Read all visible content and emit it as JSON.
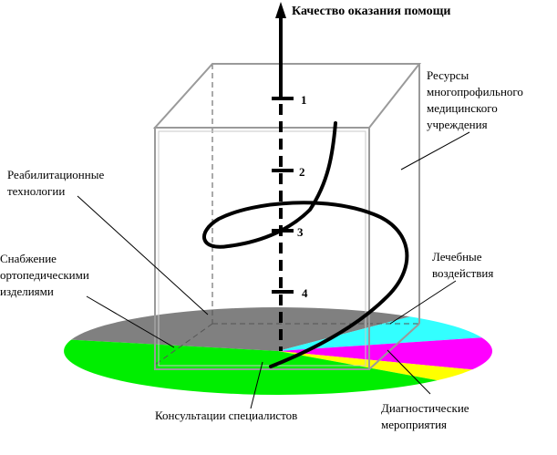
{
  "axis": {
    "title": "Качество оказания помощи",
    "levels": [
      "1",
      "2",
      "3",
      "4"
    ]
  },
  "labels": {
    "resources": [
      "Ресурсы",
      "многопрофильного",
      "медицинского",
      "учреждения"
    ],
    "rehab": [
      "Реабилитационные",
      "технологии"
    ],
    "orthopedic": [
      "Снабжение",
      "ортопедическими",
      "изделиями"
    ],
    "treatment": [
      "Лечебные",
      "воздействия"
    ],
    "consult": [
      "Консультации специалистов"
    ],
    "diagnostic": [
      "Диагностические",
      "мероприятия"
    ]
  },
  "sectors": [
    {
      "key": "rehab",
      "color": "#808080"
    },
    {
      "key": "treatment",
      "color": "#33ffff"
    },
    {
      "key": "diagnostic",
      "color": "#ff00ff"
    },
    {
      "key": "consult",
      "color": "#ffff00"
    },
    {
      "key": "orthopedic",
      "color": "#00ee00"
    }
  ]
}
